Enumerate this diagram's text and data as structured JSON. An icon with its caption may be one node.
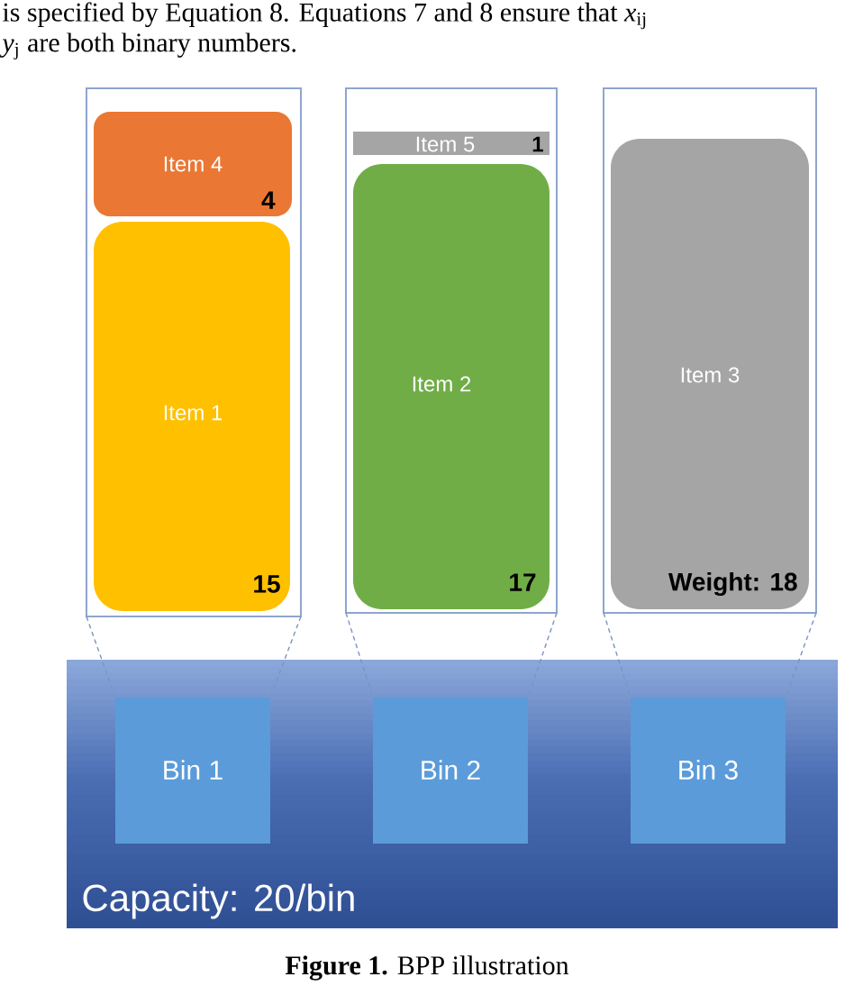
{
  "diagram": {
    "caption": "**Figure 1.** BPP illustration",
    "nodes": [
      {
        "text": [],
        "shape": "box"
      },
      {
        "text": [
          "Item 4",
          "4"
        ],
        "in": 0
      },
      {
        "text": [
          "Item 1",
          "15"
        ],
        "in": 0
      },
      {
        "text": [],
        "shape": "box"
      },
      {
        "text": [
          "Item 5",
          "1"
        ],
        "in": 3
      },
      {
        "text": [
          "Item 2",
          "17"
        ],
        "in": 3
      },
      {
        "text": [],
        "shape": "box"
      },
      {
        "text": [
          "Item 3",
          "Weight: 18"
        ],
        "in": 6
      },
      {
        "text": [
          "Capacity: 20/bin"
        ]
      },
      {
        "text": [
          "Bin 1"
        ],
        "in": 8
      },
      {
        "text": [
          "Bin 2"
        ],
        "in": 8
      },
      {
        "text": [
          "Bin 3"
        ],
        "in": 8
      }
    ],
    "edges": [
      {
        "from": 0,
        "to": 9,
        "arrow": "none",
        "style": "dashed"
      },
      {
        "from": 0,
        "to": 9,
        "arrow": "none",
        "style": "dashed"
      },
      {
        "from": 3,
        "to": 10,
        "arrow": "none",
        "style": "dashed"
      },
      {
        "from": 3,
        "to": 10,
        "arrow": "none",
        "style": "dashed"
      },
      {
        "from": 6,
        "to": 11,
        "arrow": "none",
        "style": "dashed"
      },
      {
        "from": 6,
        "to": 11,
        "arrow": "none",
        "style": "dashed"
      }
    ],
    "labels": [
      "is specified by Equation 8. Equations 7 and 8 ensure that *x*$_{ij}$",
      "*y*$_{j}$ are both binary numbers."
    ]
  }
}
